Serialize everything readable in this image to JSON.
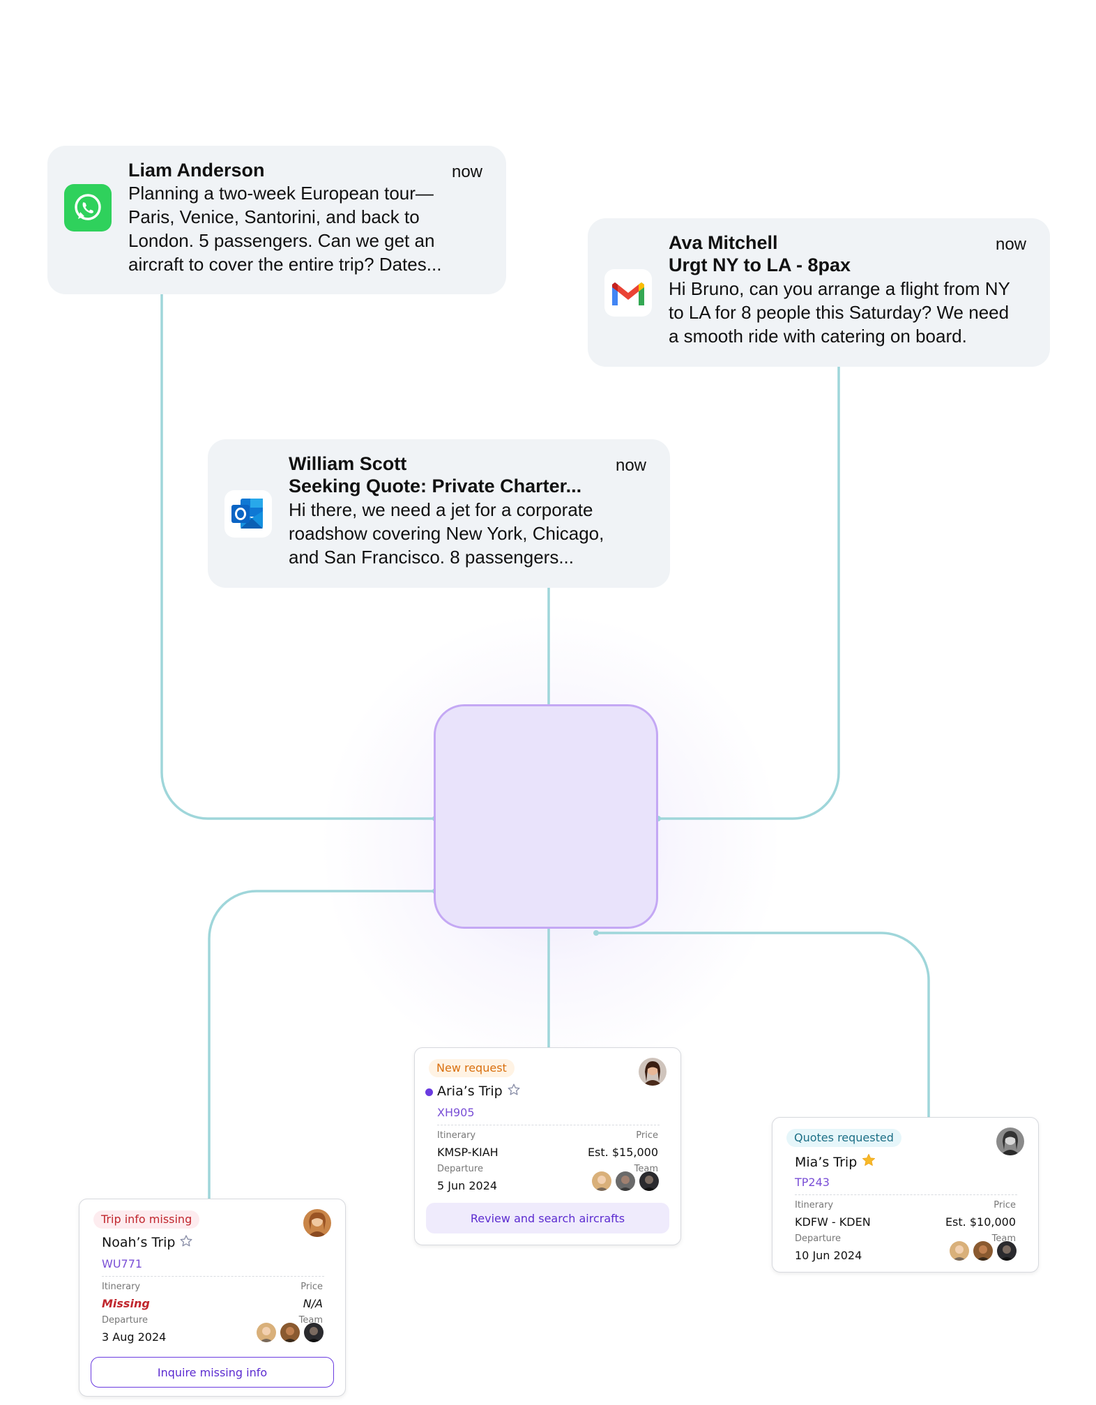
{
  "colors": {
    "connector": "#9fd6da",
    "hub_fill": "#e9e3fb",
    "hub_border": "#c4a8f4",
    "card_bg": "#f0f3f6",
    "purple": "#6a3be0"
  },
  "notifications": [
    {
      "app_icon": "whatsapp-icon",
      "sender": "Liam Anderson",
      "time": "now",
      "body": [
        "Planning a two-week European tour—",
        "Paris, Venice, Santorini, and back to",
        "London. 5 passengers. Can we get an",
        "aircraft to cover the entire trip? Dates..."
      ]
    },
    {
      "app_icon": "gmail-icon",
      "sender": "Ava Mitchell",
      "time": "now",
      "subject": "Urgt NY to LA - 8pax",
      "body": [
        "Hi Bruno, can you arrange a flight from NY",
        "to LA for 8 people this Saturday? We need",
        "a smooth ride with catering on board."
      ]
    },
    {
      "app_icon": "outlook-icon",
      "sender": "William Scott",
      "time": "now",
      "subject": "Seeking Quote: Private Charter...",
      "body": [
        "Hi there, we need a jet for a corporate",
        "roadshow covering New York, Chicago,",
        "and San Francisco. 8 passengers..."
      ]
    }
  ],
  "trips": [
    {
      "status": "Trip info missing",
      "status_color": "#c0262d",
      "status_bg": "#fdecef",
      "name": "Noah’s Trip",
      "starred": false,
      "code": "WU771",
      "itinerary_label": "Itinerary",
      "itinerary": "Missing",
      "price_label": "Price",
      "price": "N/A",
      "departure_label": "Departure",
      "departure": "3 Aug 2024",
      "team_label": "Team",
      "action": "Inquire missing info"
    },
    {
      "status": "New request",
      "status_color": "#d9700f",
      "status_bg": "#fff3e4",
      "name": "Aria’s Trip",
      "starred": false,
      "code": "XH905",
      "itinerary_label": "Itinerary",
      "itinerary": "KMSP-KIAH",
      "price_label": "Price",
      "price": "Est. $15,000",
      "departure_label": "Departure",
      "departure": "5 Jun 2024",
      "team_label": "Team",
      "action": "Review and search aircrafts"
    },
    {
      "status": "Quotes requested",
      "status_color": "#1c6f86",
      "status_bg": "#e6f6fa",
      "name": "Mia’s Trip",
      "starred": true,
      "code": "TP243",
      "itinerary_label": "Itinerary",
      "itinerary": "KDFW - KDEN",
      "price_label": "Price",
      "price": "Est. $10,000",
      "departure_label": "Departure",
      "departure": "10 Jun 2024",
      "team_label": "Team"
    }
  ]
}
